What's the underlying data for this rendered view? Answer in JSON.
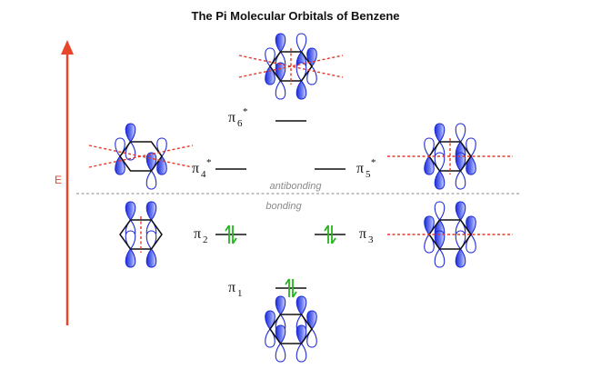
{
  "title": "The Pi Molecular Orbitals of Benzene",
  "axis_label": "E",
  "regions": {
    "antibonding": "antibonding",
    "bonding": "bonding"
  },
  "colors": {
    "arrow": "#e8462a",
    "lobe_dark": "#1d2bd6",
    "lobe_light": "#cfd6ff",
    "ring": "#111111",
    "node": "#e4382a",
    "electrons": "#25b41e"
  },
  "orbitals": [
    {
      "id": "pi1",
      "sym": "π",
      "sub": "1",
      "star": "",
      "occupied": true,
      "pattern": [
        "u",
        "u",
        "u",
        "u",
        "u",
        "u"
      ],
      "nodes": []
    },
    {
      "id": "pi2",
      "sym": "π",
      "sub": "2",
      "star": "",
      "occupied": true,
      "pattern": [
        "u",
        "u",
        "n",
        "d",
        "d",
        "n"
      ],
      "nodes": [
        "v"
      ]
    },
    {
      "id": "pi3",
      "sym": "π",
      "sub": "3",
      "star": "",
      "occupied": true,
      "pattern": [
        "d",
        "u",
        "u",
        "d",
        "u",
        "u"
      ],
      "nodes": [
        "h"
      ]
    },
    {
      "id": "pi4",
      "sym": "π",
      "sub": "4",
      "star": "*",
      "occupied": false,
      "pattern": [
        "u",
        "n",
        "d",
        "u",
        "n",
        "d"
      ],
      "nodes": [
        "d1",
        "d2"
      ]
    },
    {
      "id": "pi5",
      "sym": "π",
      "sub": "5",
      "star": "*",
      "occupied": false,
      "pattern": [
        "u",
        "d",
        "d",
        "u",
        "d",
        "d"
      ],
      "nodes": [
        "h",
        "v"
      ]
    },
    {
      "id": "pi6",
      "sym": "π",
      "sub": "6",
      "star": "*",
      "occupied": false,
      "pattern": [
        "u",
        "d",
        "u",
        "d",
        "u",
        "d"
      ],
      "nodes": [
        "v",
        "d1",
        "d2"
      ]
    }
  ]
}
